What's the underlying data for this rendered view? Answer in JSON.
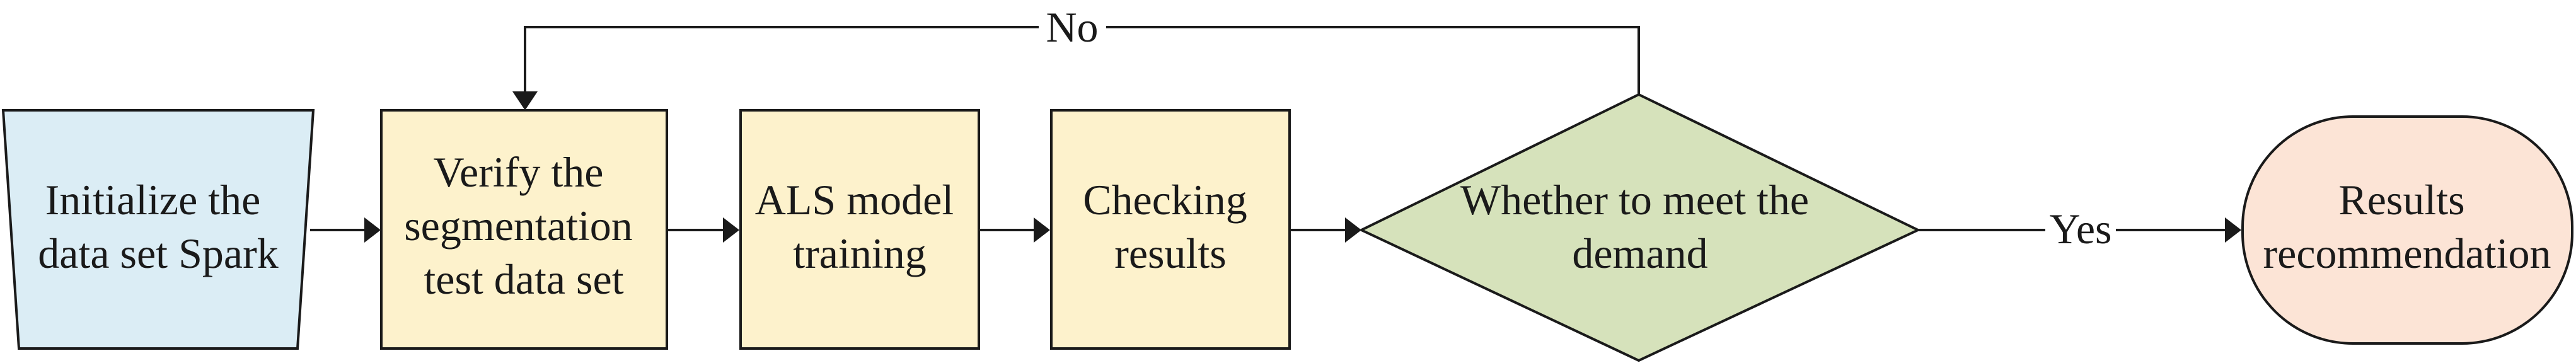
{
  "colors": {
    "start": "#dbedf5",
    "process": "#fdf2cc",
    "decision": "#d6e2bb",
    "end": "#fce4d6",
    "stroke": "#1a1a1a"
  },
  "nodes": {
    "init": {
      "line1": "Initialize the",
      "line2": "data set Spark"
    },
    "verify": {
      "line1": "Verify the",
      "line2": "segmentation",
      "line3": "test data set"
    },
    "als": {
      "line1": "ALS model",
      "line2": "training"
    },
    "check": {
      "line1": "Checking",
      "line2": "results"
    },
    "decision": {
      "line1": "Whether to meet the",
      "line2": "demand"
    },
    "result": {
      "line1": "Results",
      "line2": "recommendation"
    }
  },
  "edges": {
    "no_label": "No",
    "yes_label": "Yes"
  }
}
